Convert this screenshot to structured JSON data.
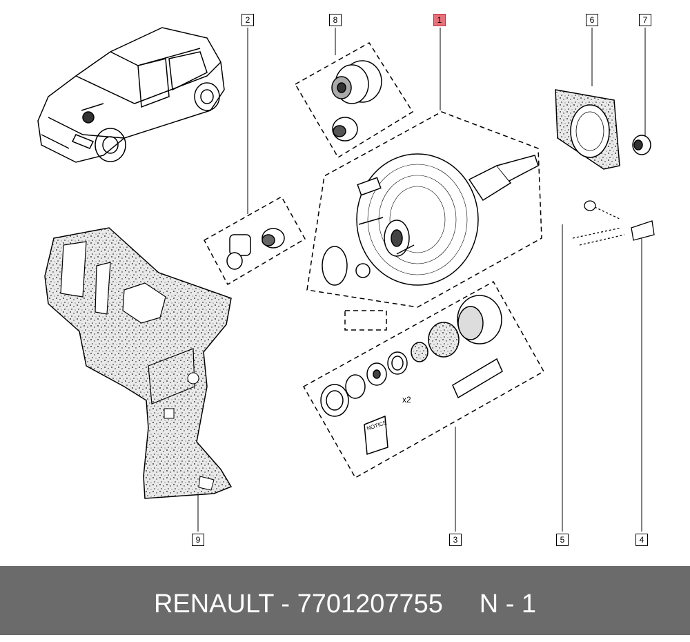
{
  "callouts": {
    "c1": "1",
    "c2": "2",
    "c3": "3",
    "c4": "4",
    "c5": "5",
    "c6": "6",
    "c7": "7",
    "c8": "8",
    "c9": "9"
  },
  "labels": {
    "quantity": "x2",
    "notice": "NOTICE"
  },
  "footer": {
    "title": "RENAULT - 7701207755     N - 1"
  },
  "colors": {
    "highlight": "#e8707a",
    "footer_bg": "#6b6b6b"
  }
}
